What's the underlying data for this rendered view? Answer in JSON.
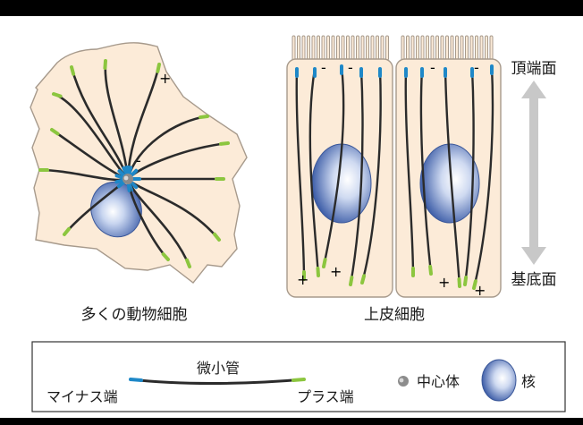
{
  "labels": {
    "animal_cell": "多くの動物細胞",
    "epithelial_cell": "上皮細胞",
    "apical": "頂端面",
    "basal": "基底面",
    "plus": "+",
    "minus": "-"
  },
  "legend": {
    "microtubule": "微小管",
    "minus_end": "マイナス端",
    "plus_end": "プラス端",
    "centrosome": "中心体",
    "nucleus": "核"
  },
  "colors": {
    "cytoplasm": "#fcebd8",
    "cell_outline": "#a79a8c",
    "microtubule": "#2b2b2b",
    "minus_end": "#1e88c8",
    "plus_end": "#8cc63f",
    "nucleus_center": "#ffffff",
    "nucleus_edge": "#3e5ea8",
    "centrosome": "#8c8c8c",
    "arrow": "#c8c8c8"
  },
  "icons": {
    "arrow": "double-headed-arrow-icon",
    "centrosome": "centrosome-icon",
    "nucleus": "nucleus-icon",
    "microvilli": "microvilli-icon"
  }
}
